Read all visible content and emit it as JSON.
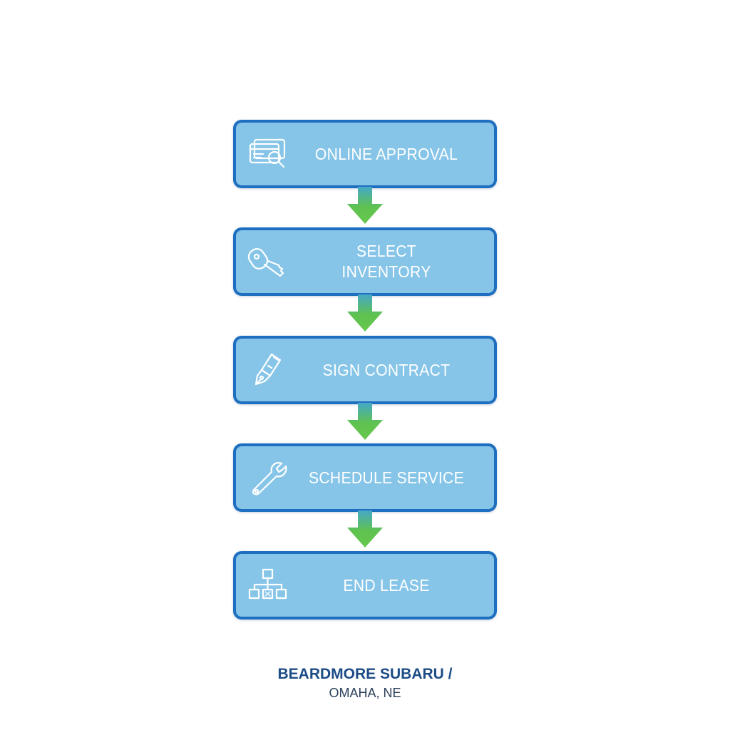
{
  "steps": [
    {
      "label": "ONLINE APPROVAL",
      "icon": "credit-card-search-icon"
    },
    {
      "label": "SELECT\nINVENTORY",
      "icon": "car-key-icon"
    },
    {
      "label": "SIGN CONTRACT",
      "icon": "fountain-pen-icon"
    },
    {
      "label": "SCHEDULE SERVICE",
      "icon": "wrench-icon"
    },
    {
      "label": "END LEASE",
      "icon": "org-chart-icon"
    }
  ],
  "arrows": [
    {
      "icon": "arrow-down-icon"
    },
    {
      "icon": "arrow-down-icon"
    },
    {
      "icon": "arrow-down-icon"
    },
    {
      "icon": "arrow-down-icon"
    }
  ],
  "footer": {
    "title": "BEARDMORE SUBARU /",
    "subtitle": "OMAHA, NE"
  },
  "colors": {
    "box_fill": "#86c5e8",
    "box_border": "#1f6fc0",
    "arrow_top": "#45a8c8",
    "arrow_bottom": "#5fc24f",
    "footer_title": "#1c4c86"
  }
}
